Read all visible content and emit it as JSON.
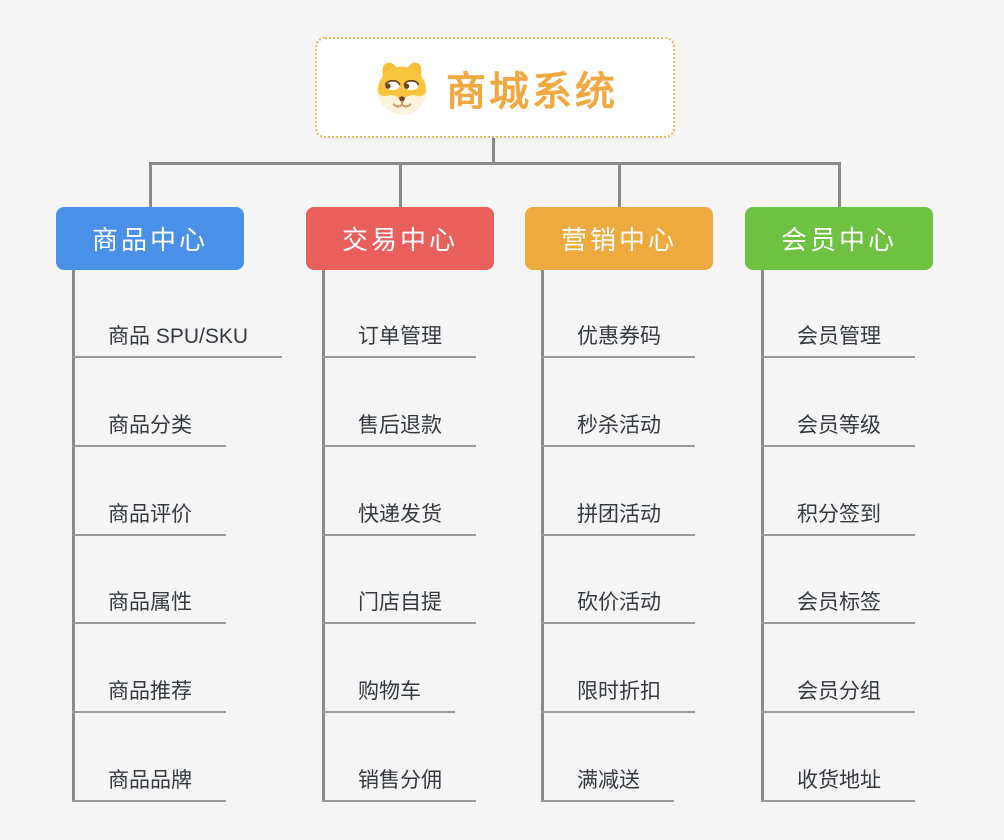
{
  "canvas": {
    "background_color": "#f5f5f5",
    "connector_color": "#8a8a8a",
    "leaf_underline_color": "#9a9a9a"
  },
  "root": {
    "label": "商城系统",
    "icon": "doge-face-icon",
    "text_color": "#f0a843",
    "border_color": "#f0b35e",
    "fill_color": "#ffffff"
  },
  "branches": [
    {
      "label": "商品中心",
      "color": "#4a90e8",
      "items": [
        "商品 SPU/SKU",
        "商品分类",
        "商品评价",
        "商品属性",
        "商品推荐",
        "商品品牌"
      ]
    },
    {
      "label": "交易中心",
      "color": "#e85f5c",
      "items": [
        "订单管理",
        "售后退款",
        "快递发货",
        "门店自提",
        "购物车",
        "销售分佣"
      ]
    },
    {
      "label": "营销中心",
      "color": "#edaa3f",
      "items": [
        "优惠券码",
        "秒杀活动",
        "拼团活动",
        "砍价活动",
        "限时折扣",
        "满减送"
      ]
    },
    {
      "label": "会员中心",
      "color": "#6fc142",
      "items": [
        "会员管理",
        "会员等级",
        "积分签到",
        "会员标签",
        "会员分组",
        "收货地址"
      ]
    }
  ]
}
